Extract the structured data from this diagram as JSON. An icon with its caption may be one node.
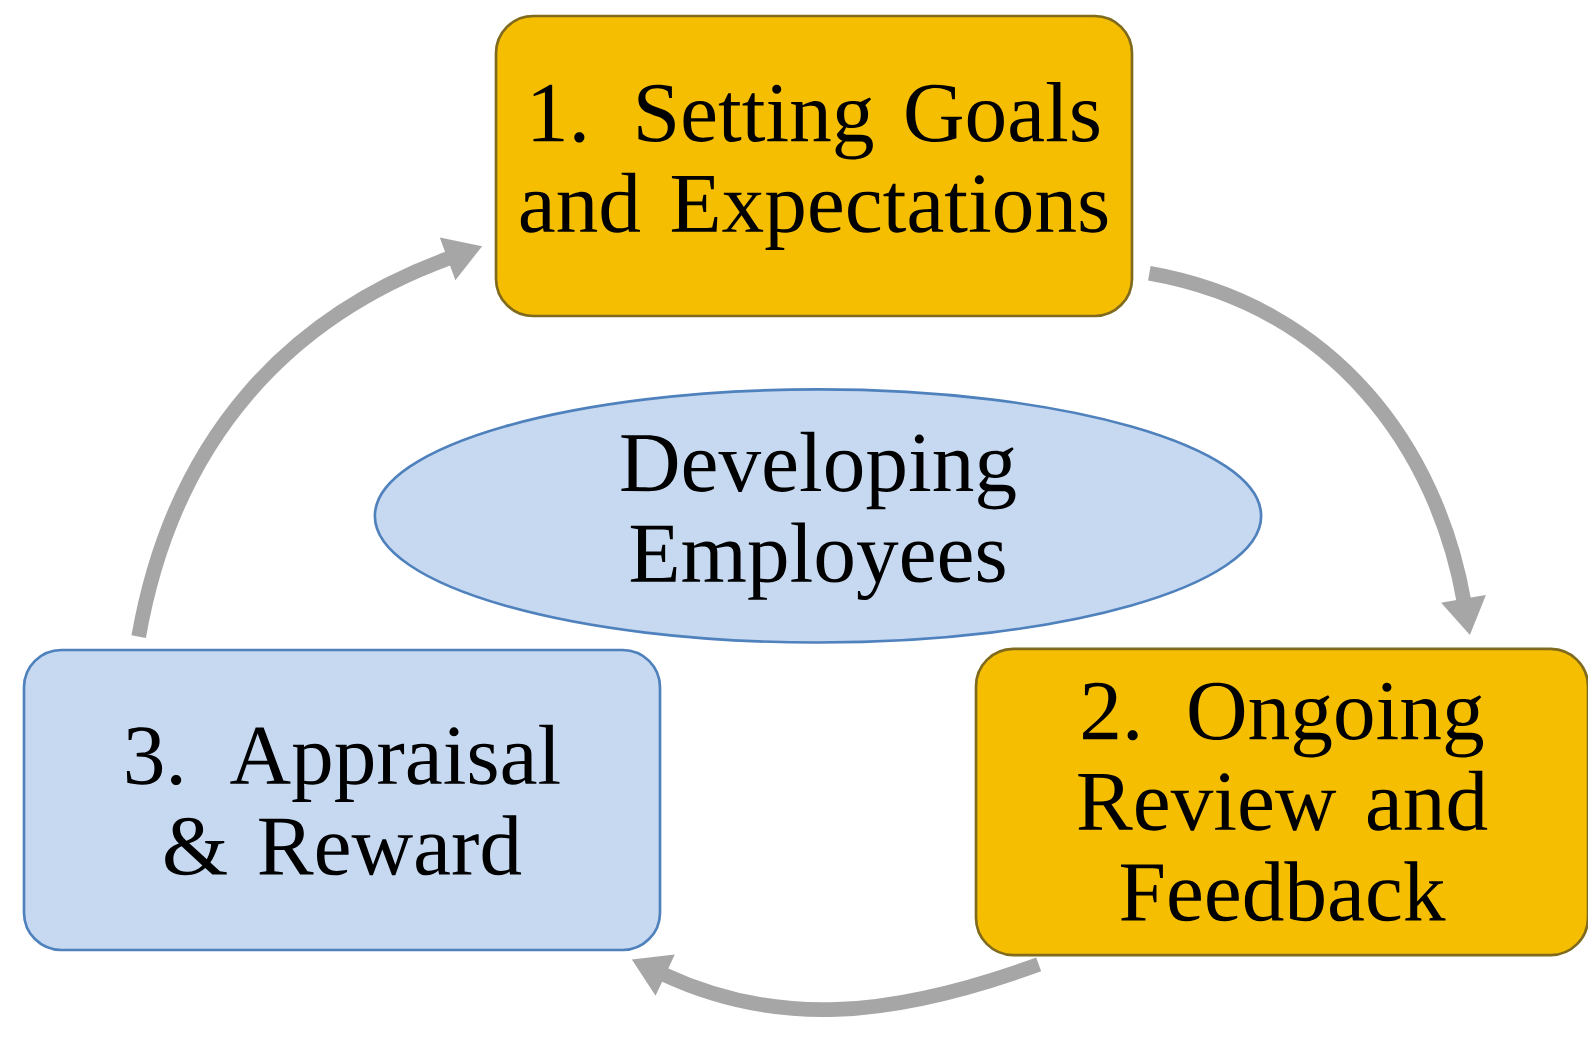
{
  "diagram": {
    "nodes": [
      {
        "text": [
          "1. Setting Goals and Expectations"
        ]
      },
      {
        "text": [
          "Developing Employees"
        ]
      },
      {
        "text": [
          "2. Ongoing Review and Feedback"
        ]
      },
      {
        "text": [
          "3. Appraisal & Reward"
        ]
      }
    ],
    "edges": [
      {
        "from": 0,
        "to": 2,
        "arrow": "to"
      },
      {
        "from": 2,
        "to": 3,
        "arrow": "to"
      },
      {
        "from": 3,
        "to": 0,
        "arrow": "to"
      }
    ]
  }
}
